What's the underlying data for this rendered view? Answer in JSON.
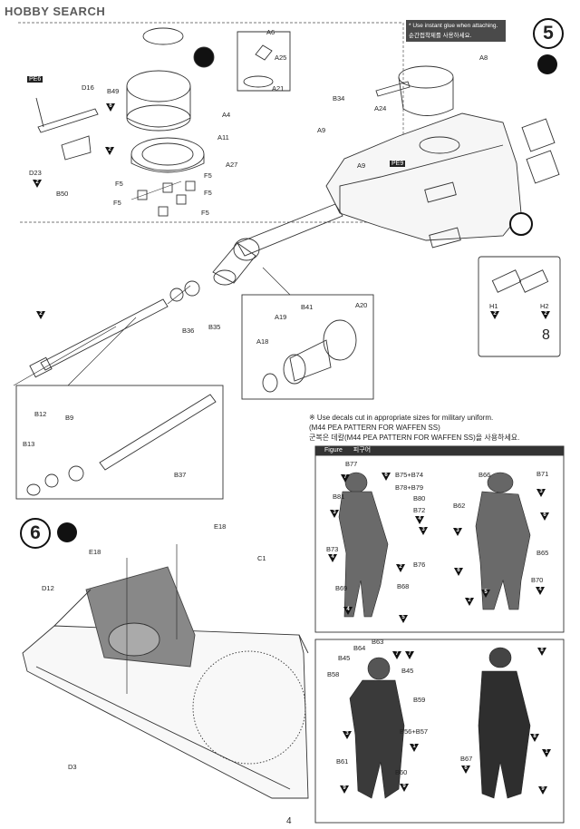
{
  "watermark": "HOBBY SEARCH",
  "glue_note": [
    "* Use instant glue when attaching.",
    "순간접착제를 사용하세요."
  ],
  "steps": {
    "five": "5",
    "six": "6"
  },
  "pe_labels": {
    "pe6": "PE6",
    "pe9": "PE9"
  },
  "parts_step5": {
    "a6": "A6",
    "a25": "A25",
    "a21": "A21",
    "b49": "B49",
    "a4": "A4",
    "d16": "D16",
    "a11": "A11",
    "a27": "A27",
    "f5a": "F5",
    "f5b": "F5",
    "f5c": "F5",
    "f5d": "F5",
    "f5e": "F5",
    "d23": "D23",
    "b50": "B50",
    "a8": "A8",
    "b34": "B34",
    "a24": "A24",
    "a9a": "A9",
    "a9b": "A9",
    "b36": "B36",
    "b35": "B35",
    "b41": "B41",
    "a20": "A20",
    "a19": "A19",
    "a18": "A18",
    "b12": "B12",
    "b9": "B9",
    "b13": "B13",
    "b37": "B37",
    "h1": "H1",
    "h2": "H2",
    "ddnum": "8"
  },
  "parts_step6": {
    "e18a": "E18",
    "e18b": "E18",
    "d12": "D12",
    "c1": "C1",
    "d3": "D3"
  },
  "decal_note": {
    "en": "※ Use decals cut in appropriate sizes for military uniform.",
    "en2": "(M44 PEA PATTERN FOR WAFFEN SS)",
    "kr": "군복은 데칼(M44 PEA PATTERN FOR WAFFEN SS)을 사용하세요."
  },
  "figure_header": {
    "en": "Figure",
    "kr": "피구어"
  },
  "fig1_parts": {
    "b77": "B77",
    "b75": "B75+B74",
    "b78": "B78+B79",
    "b81": "B81",
    "b80": "B80",
    "b72": "B72",
    "b73": "B73",
    "b76": "B76",
    "b69": "B69",
    "b68": "B68",
    "b66": "B66",
    "b71": "B71",
    "b62": "B62",
    "b65": "B65",
    "b70": "B70"
  },
  "fig2_parts": {
    "b64": "B64",
    "b63": "B63",
    "b45a": "B45",
    "b45b": "B45",
    "b58": "B58",
    "b59": "B59",
    "b56": "B56+B57",
    "b61": "B61",
    "b60": "B60",
    "b67": "B67"
  },
  "colour_nums": {
    "c1": "7",
    "c2": "6",
    "c3": "3",
    "c4": "2",
    "c5": "4",
    "c6": "5",
    "c7": "8",
    "c8": "9",
    "c9": "1"
  },
  "page_number": "4"
}
